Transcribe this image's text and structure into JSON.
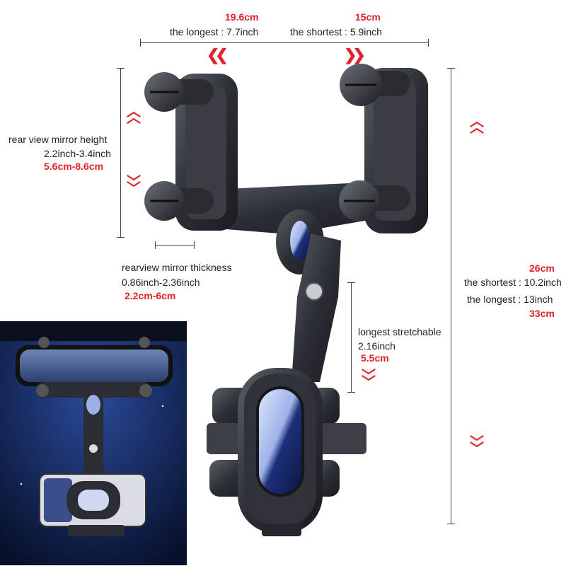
{
  "top_width": {
    "longest_cm": "19.6cm",
    "longest_in": "the longest : 7.7inch",
    "shortest_cm": "15cm",
    "shortest_in": "the shortest : 5.9inch"
  },
  "mirror_height": {
    "label": "rear view mirror height",
    "inch": "2.2inch-3.4inch",
    "cm": "5.6cm-8.6cm"
  },
  "mirror_thickness": {
    "label": "rearview mirror thickness",
    "inch": "0.86inch-2.36inch",
    "cm": "2.2cm-6cm"
  },
  "stretch": {
    "label": "longest stretchable",
    "inch": "2.16inch",
    "cm": "5.5cm"
  },
  "total_height": {
    "shortest_cm": "26cm",
    "shortest_in": "the shortest : 10.2inch",
    "longest_in": "the longest : 13inch",
    "longest_cm": "33cm"
  },
  "colors": {
    "accent": "#e0242a",
    "metal": "#2c2f36",
    "inset_bg": "#0d1a3c"
  },
  "icons": [
    "chevron-left-icon",
    "chevron-right-icon",
    "chevron-up-icon",
    "chevron-down-icon"
  ]
}
